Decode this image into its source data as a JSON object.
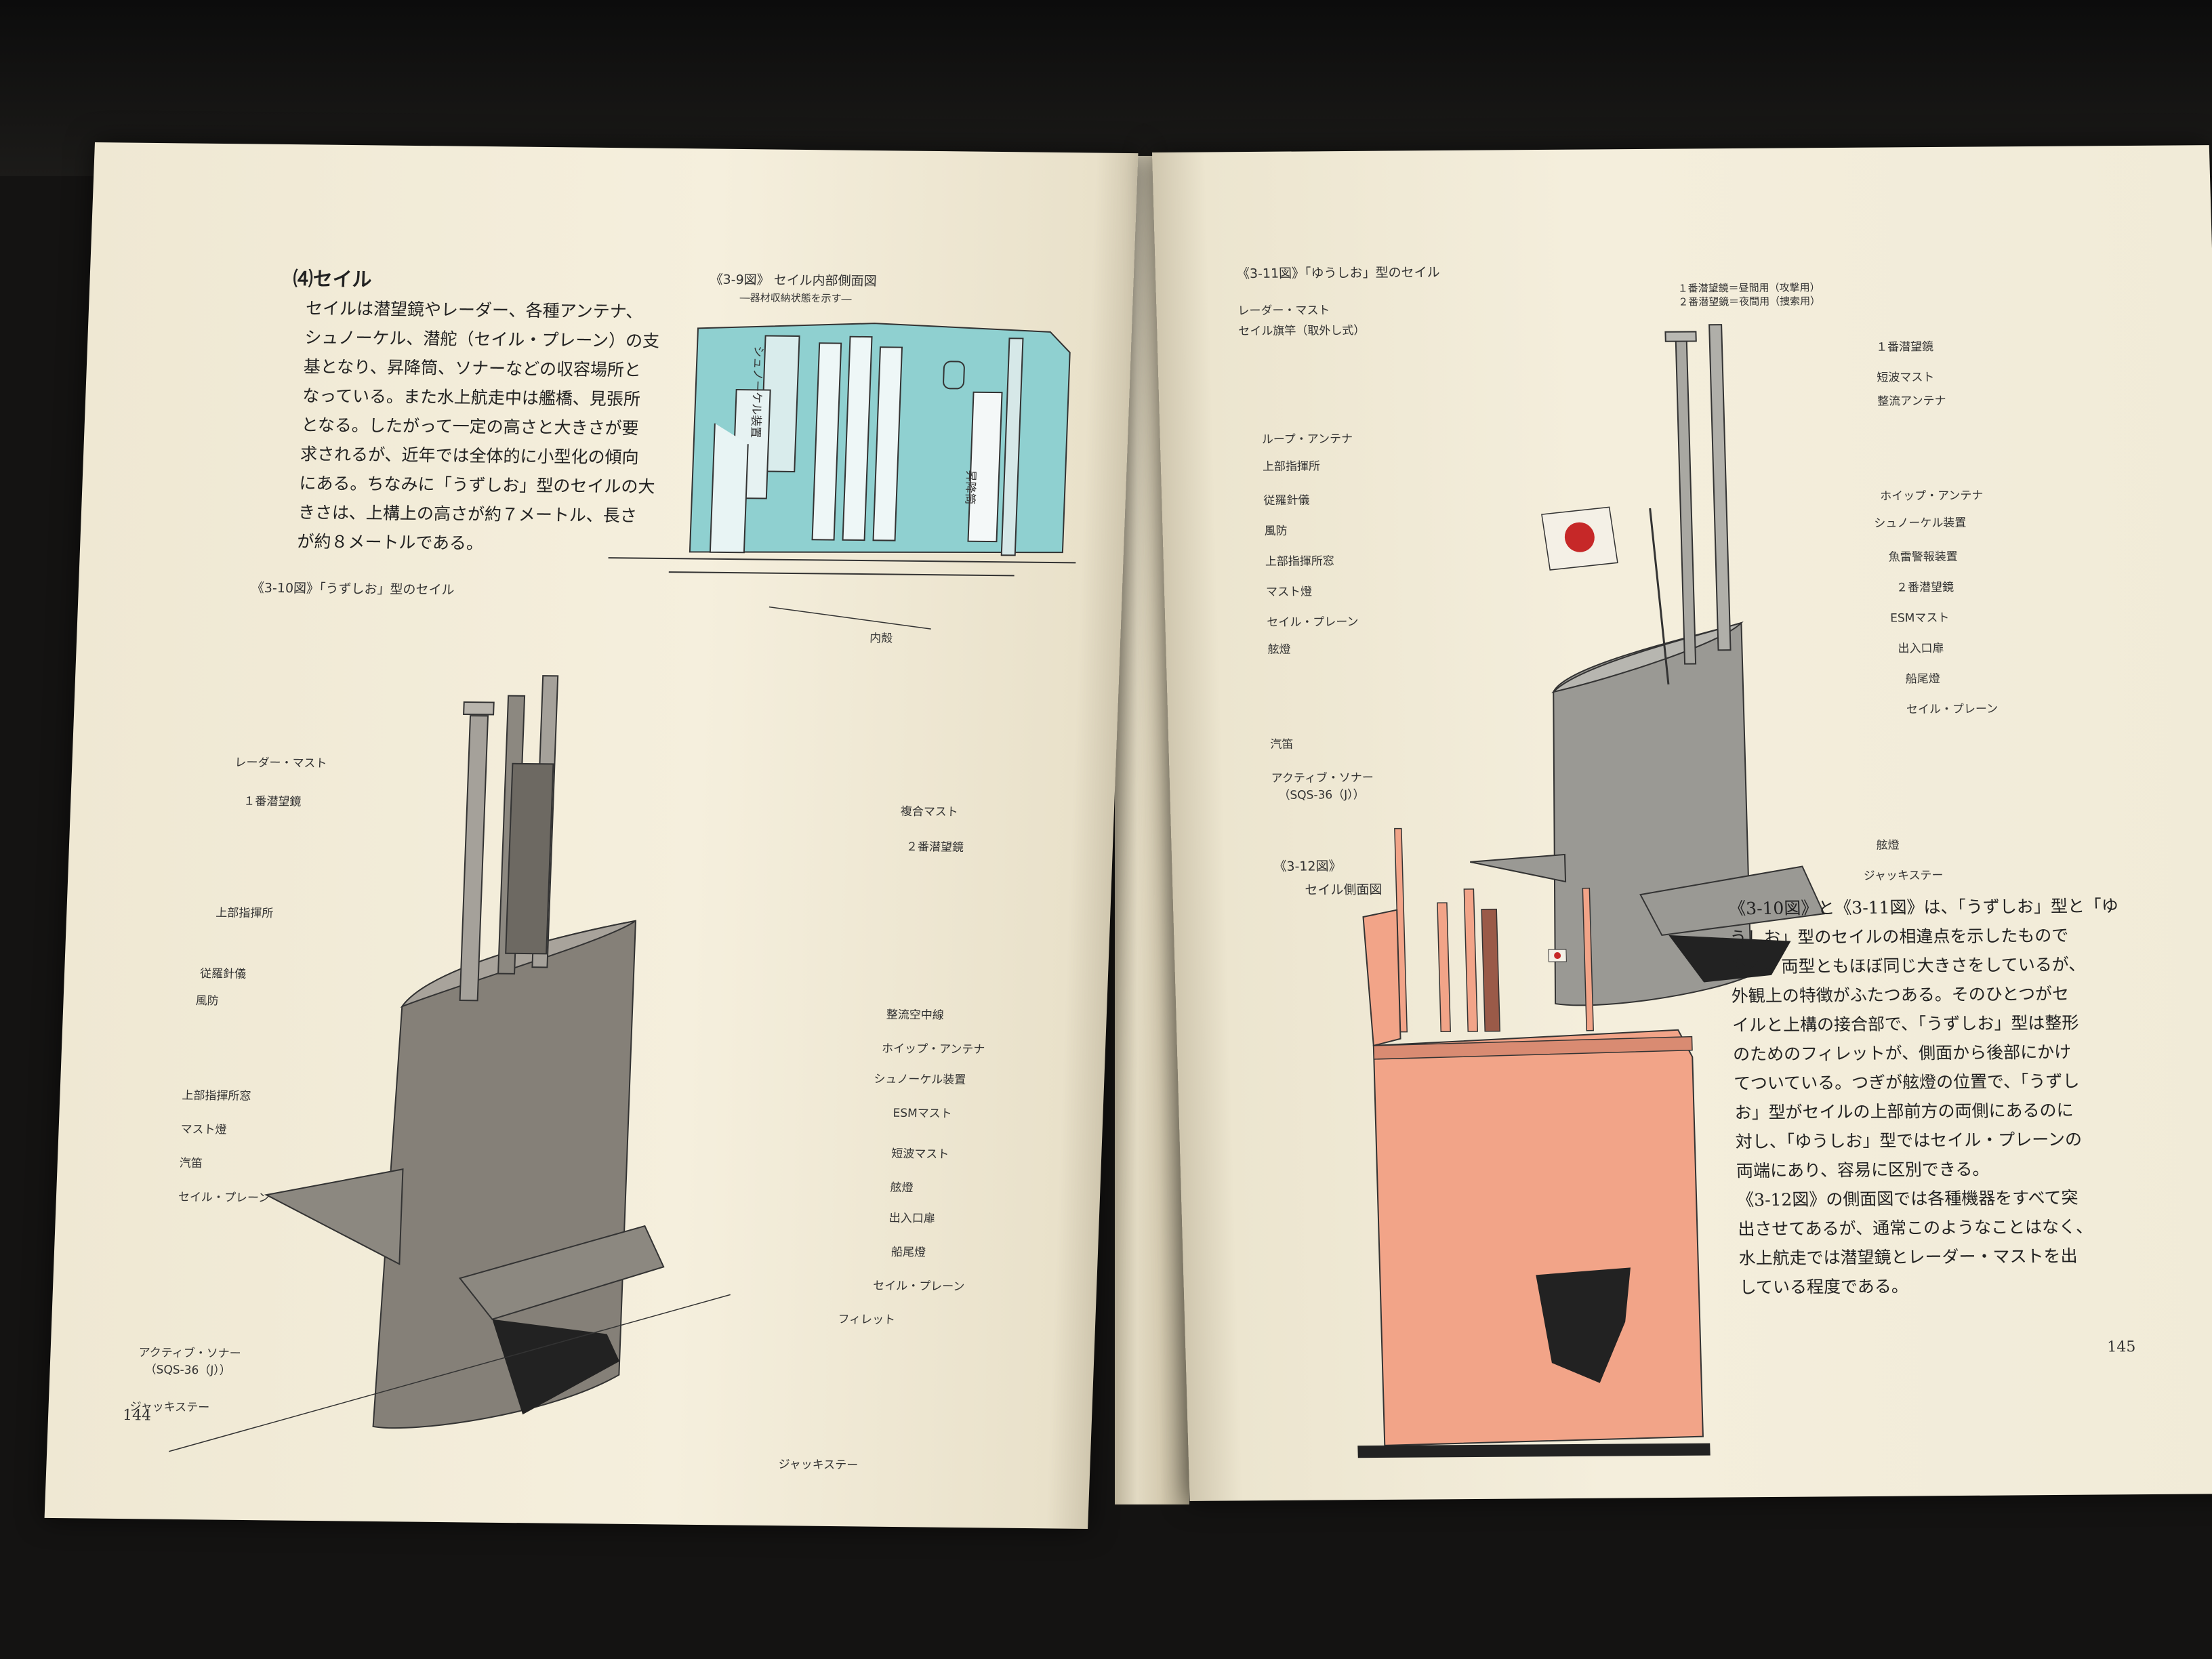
{
  "left_page": {
    "section_heading": "⑷セイル",
    "body_lines": [
      "セイルは潜望鏡やレーダー、各種アンテナ、",
      "シュノーケル、潜舵（セイル・プレーン）の支",
      "基となり、昇降筒、ソナーなどの収容場所と",
      "なっている。また水上航走中は艦橋、見張所",
      "となる。したがって一定の高さと大きさが要",
      "求されるが、近年では全体的に小型化の傾向",
      "にある。ちなみに「うずしお」型のセイルの大",
      "きさは、上構上の高さが約７メートル、長さ",
      "が約８メートルである。"
    ],
    "fig9": {
      "title": "《3-9図》 セイル内部側面図",
      "subtitle": "―器材収納状態を示す―",
      "labels": {
        "snorkel": "シュノーケル装置",
        "hatch": "昇降筒",
        "inner_hull": "内殻"
      }
    },
    "fig10": {
      "title": "《3-10図》「うずしお」型のセイル",
      "labels_left": [
        "レーダー・マスト",
        "１番潜望鏡",
        "上部指揮所",
        "従羅針儀",
        "風防",
        "上部指揮所窓",
        "マスト燈",
        "汽笛",
        "セイル・プレーン",
        "アクティブ・ソナー",
        "（SQS-36（J））",
        "ジャッキステー"
      ],
      "labels_right": [
        "複合マスト",
        "２番潜望鏡",
        "整流空中線",
        "ホイップ・アンテナ",
        "シュノーケル装置",
        "ESMマスト",
        "短波マスト",
        "舷燈",
        "出入口扉",
        "船尾燈",
        "セイル・プレーン",
        "フィレット"
      ],
      "label_bottom": "ジャッキステー"
    },
    "page_number": "144"
  },
  "right_page": {
    "fig11": {
      "title": "《3-11図》「ゆうしお」型のセイル",
      "legend": [
        "１番潜望鏡＝昼間用（攻撃用）",
        "２番潜望鏡＝夜間用（捜索用）"
      ],
      "labels_left": [
        "レーダー・マスト",
        "セイル旗竿（取外し式）",
        "ループ・アンテナ",
        "上部指揮所",
        "従羅針儀",
        "風防",
        "上部指揮所窓",
        "マスト燈",
        "セイル・プレーン",
        "舷燈",
        "汽笛",
        "アクティブ・ソナー",
        "（SQS-36（J））"
      ],
      "labels_right": [
        "１番潜望鏡",
        "短波マスト",
        "整流アンテナ",
        "ホイップ・アンテナ",
        "シュノーケル装置",
        "魚雷警報装置",
        "２番潜望鏡",
        "ESMマスト",
        "出入口扉",
        "船尾燈",
        "セイル・プレーン",
        "舷燈",
        "ジャッキステー"
      ]
    },
    "fig12": {
      "title_line1": "《3-12図》",
      "title_line2": "セイル側面図"
    },
    "body_lines": [
      "《3-10図》と《3-11図》は、「うずしお」型と「ゆ",
      "うしお」型のセイルの相違点を示したもので",
      "ある。両型ともほぼ同じ大きさをしているが、",
      "外観上の特徴がふたつある。そのひとつがセ",
      "イルと上構の接合部で、「うずしお」型は整形",
      "のためのフィレットが、側面から後部にかけ",
      "てついている。つぎが舷燈の位置で、「うずし",
      "お」型がセイルの上部前方の両側にあるのに",
      "対し、「ゆうしお」型ではセイル・プレーンの",
      "両端にあり、容易に区別できる。",
      "《3-12図》の側面図では各種機器をすべて突",
      "出させてあるが、通常このようなことはなく、",
      "水上航走では潜望鏡とレーダー・マストを出",
      "している程度である。"
    ],
    "page_number": "145"
  },
  "colors": {
    "paper": "#f3eddb",
    "fig9_fill": "#8fd0d0",
    "fig10_fill": "#858078",
    "fig11_fill": "#9a9994",
    "fig12_fill": "#f2a488"
  }
}
